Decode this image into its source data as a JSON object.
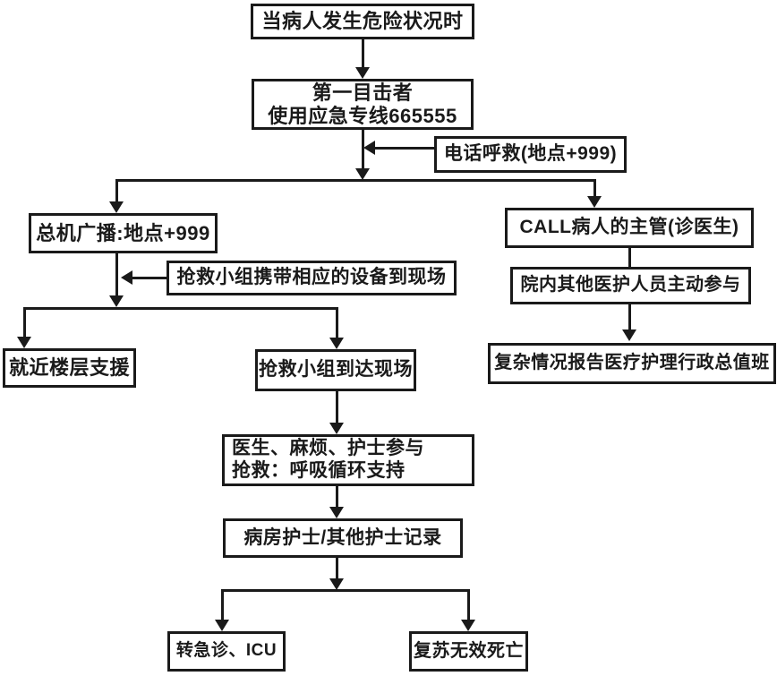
{
  "diagram": {
    "type": "flowchart",
    "language": "zh-CN",
    "colors": {
      "line": "#1a1a1a",
      "text": "#1a1a1a",
      "background": "#ffffff"
    },
    "nodes": {
      "trigger": {
        "label": "当病人发生危险状况时"
      },
      "witness": {
        "label": "第一目击者\n使用应急专线665555"
      },
      "phone": {
        "label": "电话呼救(地点+999)"
      },
      "broadcast": {
        "label": "总机广播:地点+999"
      },
      "equip": {
        "label": "抢救小组携带相应的设备到现场"
      },
      "call_doctor": {
        "label": "CALL病人的主管(诊医生)"
      },
      "staff": {
        "label": "院内其他医护人员主动参与"
      },
      "report": {
        "label": "复杂情况报告医疗护理行政总值班"
      },
      "floor": {
        "label": "就近楼层支援"
      },
      "arrive": {
        "label": "抢救小组到达现场"
      },
      "participate": {
        "label": "医生、麻烦、护士参与\n抢救：呼吸循环支持"
      },
      "record": {
        "label": "病房护士/其他护士记录"
      },
      "icu": {
        "label": "转急诊、ICU"
      },
      "death": {
        "label": "复苏无效死亡"
      }
    },
    "edges": [
      {
        "from": "trigger",
        "to": "witness"
      },
      {
        "from": "witness",
        "to": "broadcast"
      },
      {
        "from": "witness",
        "to": "call_doctor"
      },
      {
        "from": "phone",
        "to": "witness",
        "annotation": true
      },
      {
        "from": "broadcast",
        "to": "floor"
      },
      {
        "from": "broadcast",
        "to": "arrive"
      },
      {
        "from": "equip",
        "to": "broadcast",
        "annotation": true
      },
      {
        "from": "call_doctor",
        "to": "staff"
      },
      {
        "from": "staff",
        "to": "report"
      },
      {
        "from": "arrive",
        "to": "participate"
      },
      {
        "from": "participate",
        "to": "record"
      },
      {
        "from": "record",
        "to": "icu"
      },
      {
        "from": "record",
        "to": "death"
      }
    ]
  }
}
